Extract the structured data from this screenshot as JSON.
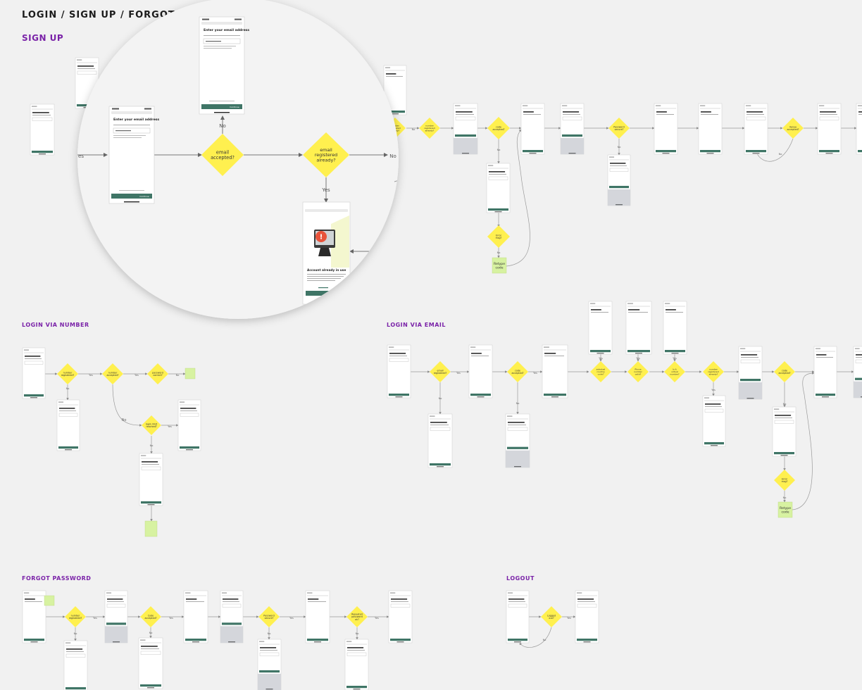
{
  "page_title": "LOGIN / SIGN UP / FORGOT PASS",
  "sections": {
    "signup": "SIGN UP",
    "login_number": "LOGIN VIA NUMBER",
    "login_email": "LOGIN VIA EMAIL",
    "forgot": "FORGOT PASSWORD",
    "logout": "LOGOUT"
  },
  "zoom": {
    "screen1_title": "Enter your email address",
    "screen2_title": "Enter your email address",
    "decision1": [
      "email",
      "accepted?"
    ],
    "decision2": [
      "email",
      "registered",
      "already?"
    ],
    "edge_no_up": "No",
    "edge_no_right": "No",
    "edge_yes_down": "Yes",
    "edge_yes_left": "es",
    "error_title": "Account already in use",
    "continue_btn": "Continue"
  },
  "decisions": {
    "su_email_reg": [
      "number",
      "registered",
      "already?"
    ],
    "su_code1": [
      "code",
      "accepted?"
    ],
    "su_pw": [
      "Password",
      "secure?"
    ],
    "su_venue": [
      "Venue",
      "accepted?"
    ],
    "su_error": [
      "Error",
      "msg?"
    ],
    "ln_1": [
      "number",
      "registered?"
    ],
    "ln_2": [
      "number",
      "accepted?"
    ],
    "ln_3": [
      "password",
      "correct?"
    ],
    "ln_4": [
      "login limit",
      "reached?"
    ],
    "le_1": [
      "email",
      "registered?"
    ],
    "le_2": [
      "code",
      "accepted?"
    ],
    "le_3": [
      "selected",
      "country",
      "code?"
    ],
    "le_4": [
      "Phone",
      "number",
      "valid?"
    ],
    "le_5": [
      "Is it",
      "virtual",
      "number?"
    ],
    "le_6": [
      "number",
      "registered",
      "already?"
    ],
    "le_7": [
      "code",
      "accepted?"
    ],
    "le_error": [
      "Error",
      "msg?"
    ],
    "fp_1": [
      "number",
      "registered?"
    ],
    "fp_2": [
      "Code",
      "accepted?"
    ],
    "fp_3": [
      "Password",
      "secure?"
    ],
    "fp_4": [
      "Repeated",
      "password",
      "ok?"
    ],
    "lo_1": [
      "Logged",
      "out?"
    ]
  },
  "stickies": {
    "su_retype": [
      "Retype",
      "code"
    ],
    "le_retype": [
      "Retype",
      "code"
    ]
  },
  "labels": {
    "yes": "Yes",
    "no": "No"
  },
  "colors": {
    "background": "#f1f1f1",
    "decision": "#fff04f",
    "sticky": "#d7f2a1",
    "primary_button": "#3f7566",
    "section_heading": "#7a22a8"
  }
}
